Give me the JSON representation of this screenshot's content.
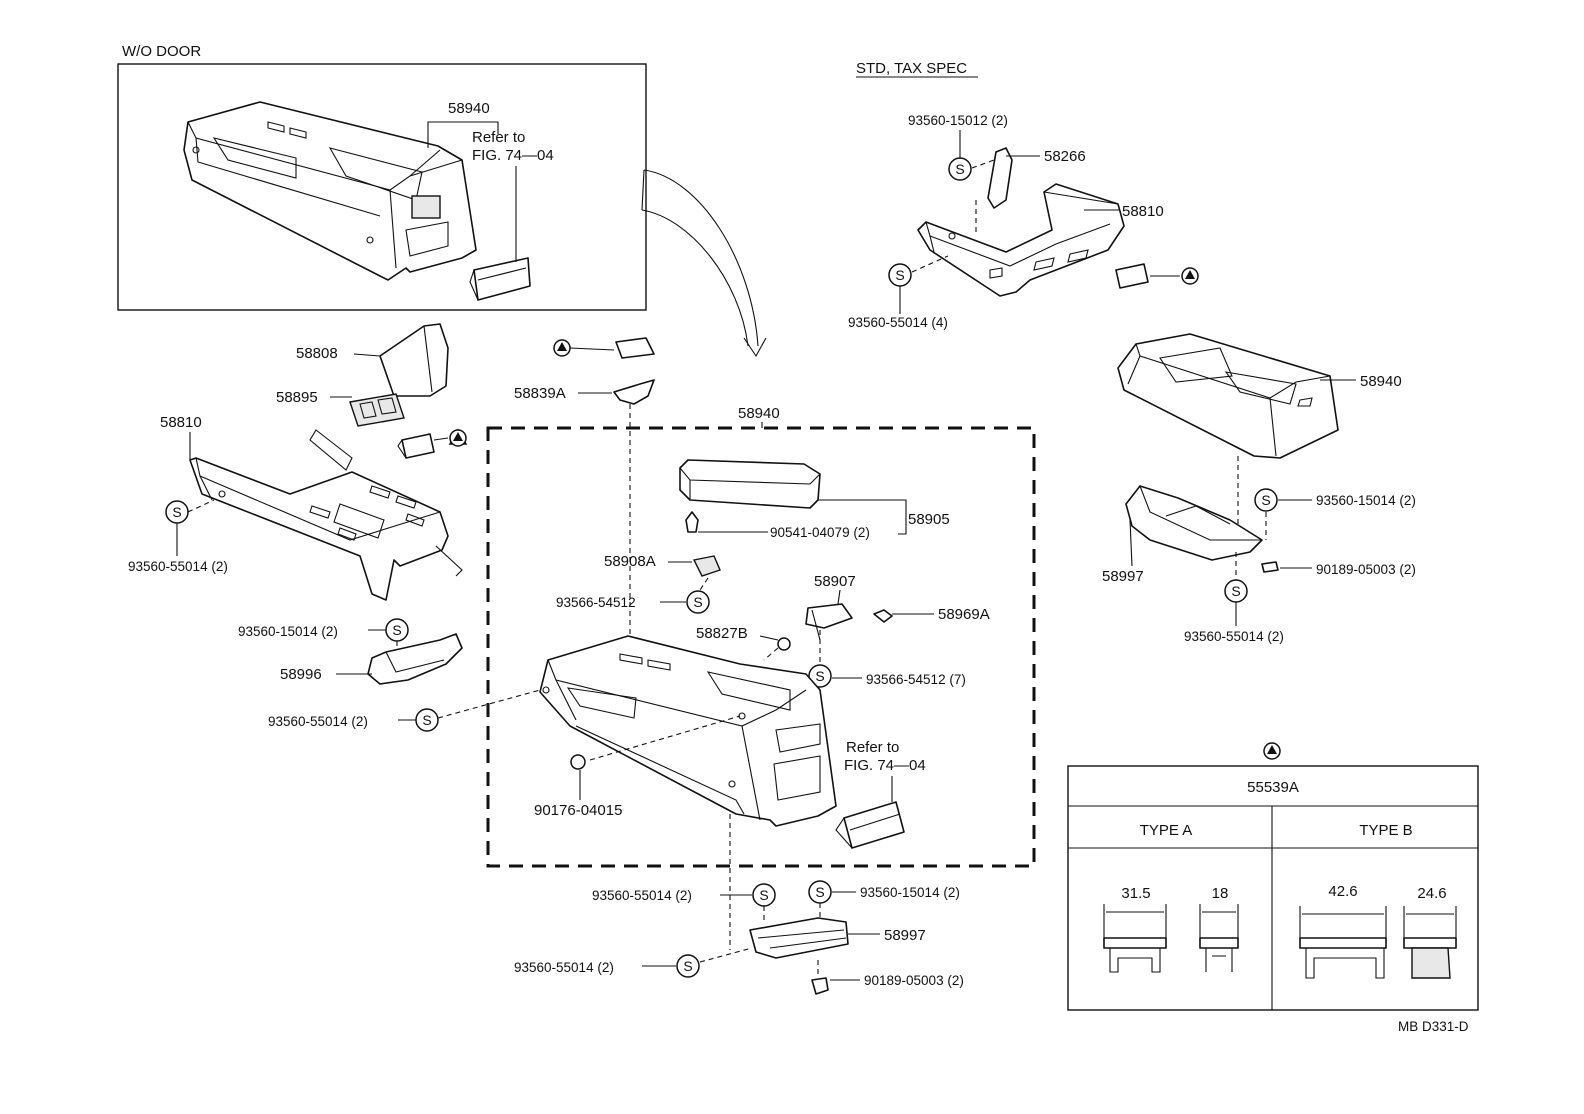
{
  "sections": {
    "without_door": "W/O DOOR",
    "std_tax_spec": "STD, TAX SPEC"
  },
  "symbols": {
    "screw": "S"
  },
  "labels": {
    "wo_58940": "58940",
    "wo_refer": "Refer to",
    "wo_fig": "FIG. 74—04",
    "p58808": "58808",
    "p58895": "58895",
    "left_58810": "58810",
    "left_screw": "93560-55014 (2)",
    "left_screw2": "93560-15014 (2)",
    "p58996": "58996",
    "left_screw3": "93560-55014 (2)",
    "tri_55539": "55539A",
    "p58839A": "58839A",
    "center_58940": "58940",
    "p58905": "58905",
    "clip_90541": "90541-04079 (2)",
    "p58908A": "58908A",
    "screw_93566a": "93566-54512",
    "p58907": "58907",
    "p58969A": "58969A",
    "p58827B": "58827B",
    "screw_93566b": "93566-54512 (7)",
    "center_refer": "Refer to",
    "center_fig": "FIG. 74—04",
    "p90176": "90176-04015",
    "bot_screw_a": "93560-55014 (2)",
    "bot_screw_b": "93560-15014 (2)",
    "bot_58997": "58997",
    "bot_screw_c": "93560-55014 (2)",
    "bot_90189": "90189-05003 (2)",
    "std_screw_a": "93560-15012 (2)",
    "p58266": "58266",
    "std_58810": "58810",
    "std_screw_b": "93560-55014 (4)",
    "std_58940": "58940",
    "std_screw_c": "93560-15014 (2)",
    "std_58997": "58997",
    "std_90189": "90189-05003 (2)",
    "std_screw_d": "93560-55014 (2)"
  },
  "table": {
    "part_no": "55539A",
    "type_a": "TYPE A",
    "type_b": "TYPE B",
    "dims": [
      "31.5",
      "18",
      "42.6",
      "24.6"
    ]
  },
  "drawing_code": "MB D331-D"
}
